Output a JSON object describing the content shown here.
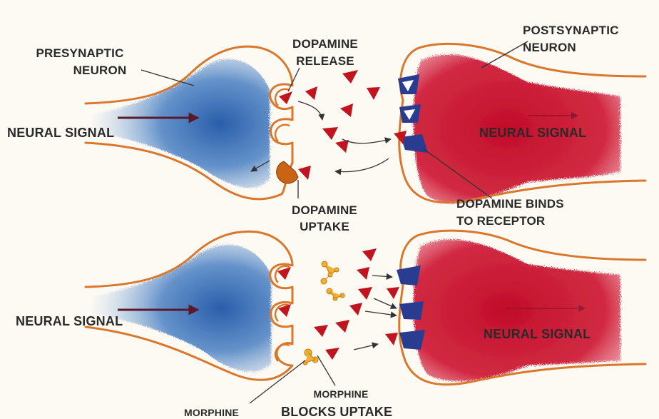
{
  "labels": {
    "presynaptic_neuron": [
      "PRESYNAPTIC",
      "NEURON"
    ],
    "postsynaptic_neuron": [
      "POSTSYNAPTIC",
      "NEURON"
    ],
    "dopamine_release": [
      "DOPAMINE",
      "RELEASE"
    ],
    "dopamine_uptake": [
      "DOPAMINE",
      "UPTAKE"
    ],
    "dopamine_binds": [
      "DOPAMINE BINDS",
      "TO RECEPTOR"
    ],
    "neural_signal_pre_top": "NEURAL SIGNAL",
    "neural_signal_post_top": "NEURAL SIGNAL",
    "neural_signal_pre_bottom": "NEURAL SIGNAL",
    "neural_signal_post_bottom": "NEURAL SIGNAL",
    "morphine_top": "MORPHINE",
    "blocks_uptake": "BLOCKS UPTAKE",
    "morphine_bottom": "MORPHINE"
  },
  "colors": {
    "membrane": "#d9782c",
    "presynaptic": "#2f6fb5",
    "postsynaptic": "#c8102e",
    "dopamine": "#c0141f",
    "receptor": "#2a3c8f",
    "morphine": "#f0b030",
    "transporter": "#c86414"
  }
}
